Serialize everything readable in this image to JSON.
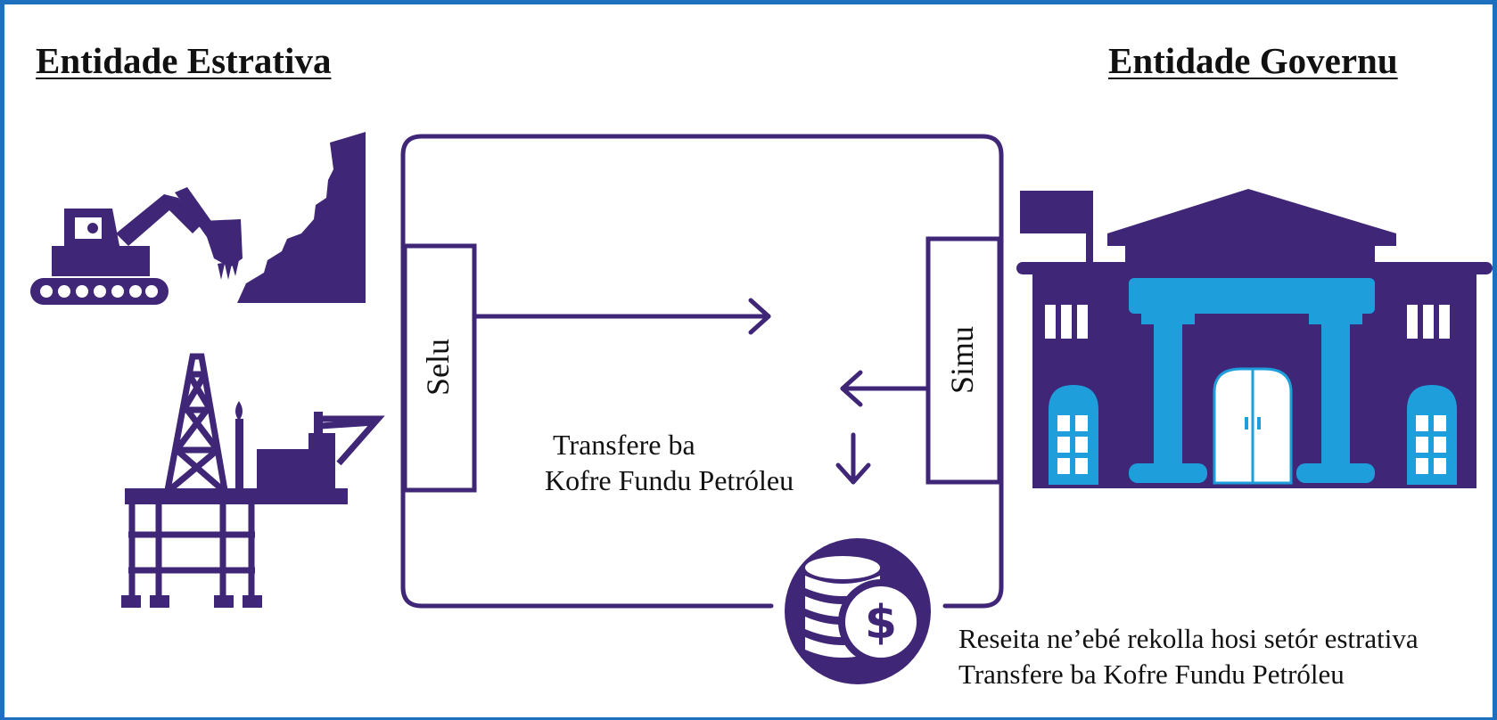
{
  "titles": {
    "left": "Entidade Estrativa",
    "right": "Entidade Governu"
  },
  "boxes": {
    "left": "Selu",
    "right": "Simu"
  },
  "center_text": {
    "line1": "Transfere ba",
    "line2": "Kofre Fundu Petróleu"
  },
  "caption": {
    "line1": "Reseita ne’ebé rekolla hosi setór estrativa",
    "line2": "Transfere ba Kofre Fundu Petróleu"
  },
  "icons": {
    "excavator": "excavator-icon",
    "oil_rig": "oil-rig-icon",
    "government_building": "government-building-icon",
    "coins": "coin-stack-dollar-icon"
  },
  "colors": {
    "border": "#1f6fbf",
    "primary": "#3f2677",
    "accent": "#1e9fdc"
  }
}
